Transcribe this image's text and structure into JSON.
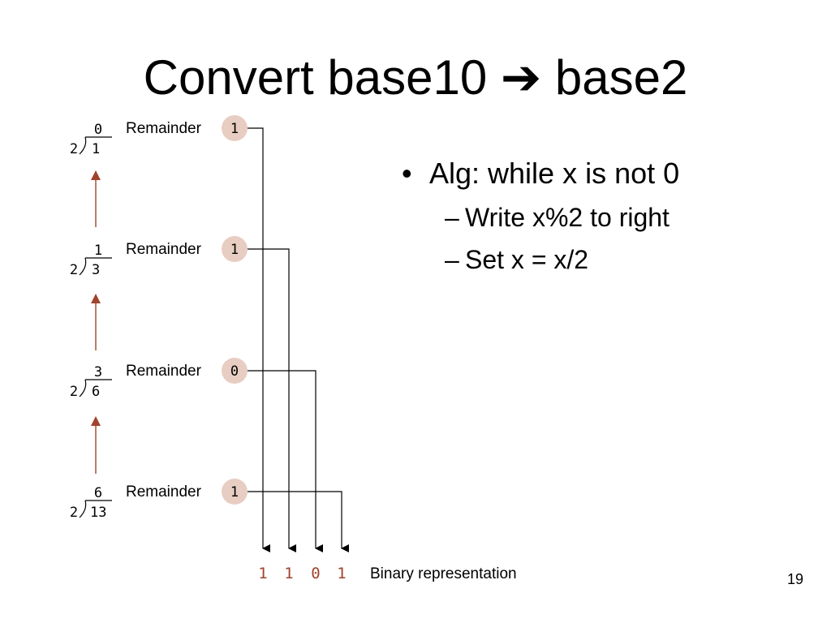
{
  "slide": {
    "title_left": "Convert base10",
    "title_arrow": "➔",
    "title_right": "base2",
    "page_number": "19"
  },
  "colors": {
    "accent": "#a0432d",
    "remainder_circle": "#e8cdc2",
    "text": "#000000"
  },
  "diagram": {
    "steps": [
      {
        "quotient": "0",
        "divisor": "2",
        "dividend": "1",
        "remainder_label": "Remainder",
        "remainder": "1"
      },
      {
        "quotient": "1",
        "divisor": "2",
        "dividend": "3",
        "remainder_label": "Remainder",
        "remainder": "1"
      },
      {
        "quotient": "3",
        "divisor": "2",
        "dividend": "6",
        "remainder_label": "Remainder",
        "remainder": "0"
      },
      {
        "quotient": "6",
        "divisor": "2",
        "dividend": "13",
        "remainder_label": "Remainder",
        "remainder": "1"
      }
    ],
    "binary_digits": [
      "1",
      "1",
      "0",
      "1"
    ],
    "binary_label": "Binary representation",
    "arrow_icon": "up-arrow-icon"
  },
  "bullets": {
    "main": {
      "marker": "•",
      "text": "Alg: while x is not 0"
    },
    "sub": [
      {
        "marker": "–",
        "text": "Write x%2 to right"
      },
      {
        "marker": "–",
        "text": "Set x = x/2"
      }
    ]
  }
}
